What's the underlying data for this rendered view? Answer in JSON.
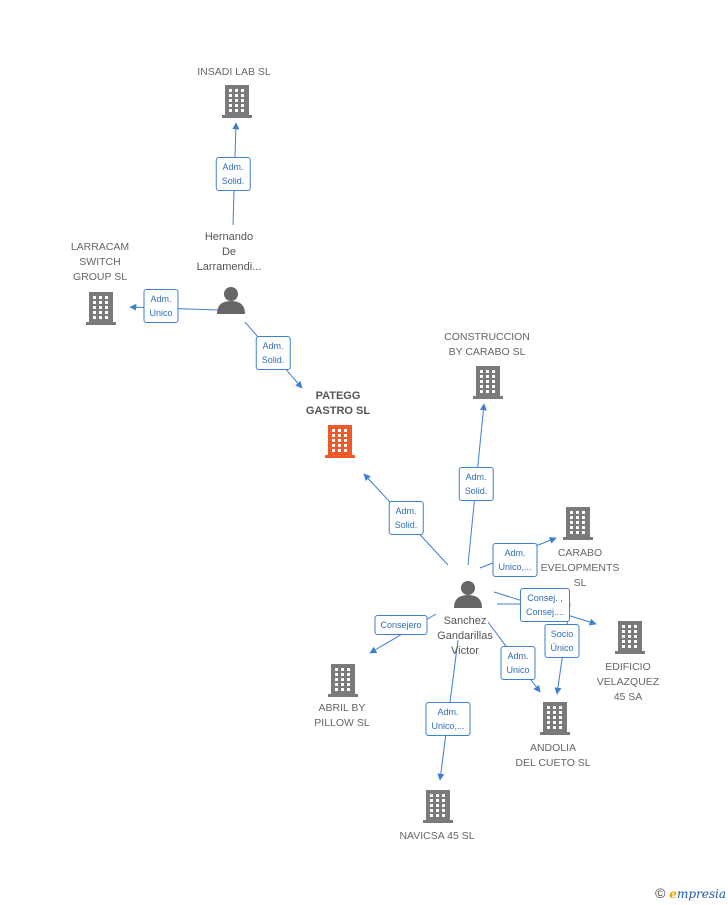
{
  "colors": {
    "edge": "#3d7fd1",
    "company": "#7a7a7a",
    "main_company": "#f05a28",
    "person": "#666666"
  },
  "nodes": [
    {
      "id": "insadi",
      "type": "company",
      "label": "INSADI LAB SL"
    },
    {
      "id": "larracam",
      "type": "company",
      "label": "LARRACAM\nSWITCH\nGROUP  SL"
    },
    {
      "id": "hernando",
      "type": "person",
      "label": "Hernando\nDe\nLarramendi..."
    },
    {
      "id": "construccion",
      "type": "company",
      "label": "CONSTRUCCION\nBY CARABO  SL"
    },
    {
      "id": "pategg",
      "type": "main",
      "label": "PATEGG\nGASTRO  SL"
    },
    {
      "id": "carabo",
      "type": "company",
      "label": "CARABO\nEVELOPMENTS\nSL"
    },
    {
      "id": "sanchez",
      "type": "person",
      "label": "Sanchez\nGandarillas\nVictor"
    },
    {
      "id": "edificio",
      "type": "company",
      "label": "EDIFICIO\nVELAZQUEZ\n45 SA"
    },
    {
      "id": "abril",
      "type": "company",
      "label": "ABRIL BY\nPILLOW  SL"
    },
    {
      "id": "andolia",
      "type": "company",
      "label": "ANDOLIA\nDEL CUETO  SL"
    },
    {
      "id": "navicsa",
      "type": "company",
      "label": "NAVICSA 45  SL"
    }
  ],
  "edges": [
    {
      "from": "hernando",
      "to": "insadi",
      "label": "Adm.\nSolid."
    },
    {
      "from": "hernando",
      "to": "larracam",
      "label": "Adm.\nUnico"
    },
    {
      "from": "hernando",
      "to": "pategg",
      "label": "Adm.\nSolid."
    },
    {
      "from": "sanchez",
      "to": "pategg",
      "label": "Adm.\nSolid."
    },
    {
      "from": "sanchez",
      "to": "construccion",
      "label": "Adm.\nSolid."
    },
    {
      "from": "sanchez",
      "to": "carabo",
      "label": "Adm.\nUnico,..."
    },
    {
      "from": "sanchez",
      "to": "edificio",
      "label": "Consej. ,\nConsej...."
    },
    {
      "from": "sanchez",
      "to": "andolia",
      "label": "Socio\nÚnico"
    },
    {
      "from": "sanchez",
      "to": "andolia",
      "label": "Adm.\nUnico"
    },
    {
      "from": "sanchez",
      "to": "abril",
      "label": "Consejero"
    },
    {
      "from": "sanchez",
      "to": "navicsa",
      "label": "Adm.\nUnico,..."
    }
  ],
  "brand": {
    "copyright": "©",
    "first_letter": "e",
    "rest": "mpresia"
  }
}
